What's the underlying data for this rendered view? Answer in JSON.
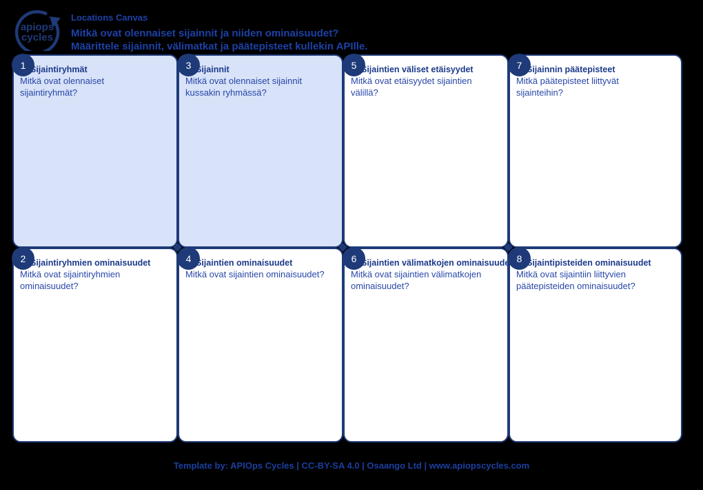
{
  "header": {
    "logo": {
      "line1": "apiops",
      "line2": "cycles"
    },
    "title": "Locations Canvas",
    "subtitle1": "Mitkä ovat olennaiset sijainnit ja niiden ominaisuudet?",
    "subtitle2": "Määrittele sijainnit, välimatkat ja päätepisteet kullekin APIlle."
  },
  "canvas": {
    "boxes": [
      {
        "number": "1",
        "title": "Sijaintiryhmät",
        "question": "Mitkä ovat olennaiset sijaintiryhmät?",
        "highlighted": true
      },
      {
        "number": "3",
        "title": "Sijainnit",
        "question": "Mitkä ovat olennaiset sijainnit kussakin ryhmässä?",
        "highlighted": true
      },
      {
        "number": "5",
        "title": "Sijaintien väliset etäisyydet",
        "question": "Mitkä ovat etäisyydet sijaintien välillä?",
        "highlighted": false
      },
      {
        "number": "7",
        "title": "Sijainnin päätepisteet",
        "question": "Mitkä päätepisteet liittyvät sijainteihin?",
        "highlighted": false
      },
      {
        "number": "2",
        "title": "Sijaintiryhmien ominaisuudet",
        "question": "Mitkä ovat sijaintiryhmien ominaisuudet?",
        "highlighted": false
      },
      {
        "number": "4",
        "title": "Sijaintien ominaisuudet",
        "question": "Mitkä ovat sijaintien ominaisuudet?",
        "highlighted": false
      },
      {
        "number": "6",
        "title": "Sijaintien välimatkojen ominaisuudet",
        "question": "Mitkä ovat sijaintien välimatkojen ominaisuudet?",
        "highlighted": false
      },
      {
        "number": "8",
        "title": "Sijaintipisteiden ominaisuudet",
        "question": "Mitkä ovat sijaintiin liittyvien päätepisteiden ominaisuudet?",
        "highlighted": false
      }
    ]
  },
  "footer": {
    "text": "Template by: APIOps Cycles | CC-BY-SA 4.0 | Osaango Ltd | www.apiopscycles.com"
  },
  "colors": {
    "background": "#000000",
    "brand_navy": "#1e3a78",
    "highlight_fill": "#d8e2f8",
    "box_fill": "#ffffff",
    "title_text": "#1c3a8a",
    "body_text": "#2747a8",
    "header_text": "#1d41a6",
    "footer_text": "#1c3f9f",
    "badge_text": "#ffffff"
  }
}
